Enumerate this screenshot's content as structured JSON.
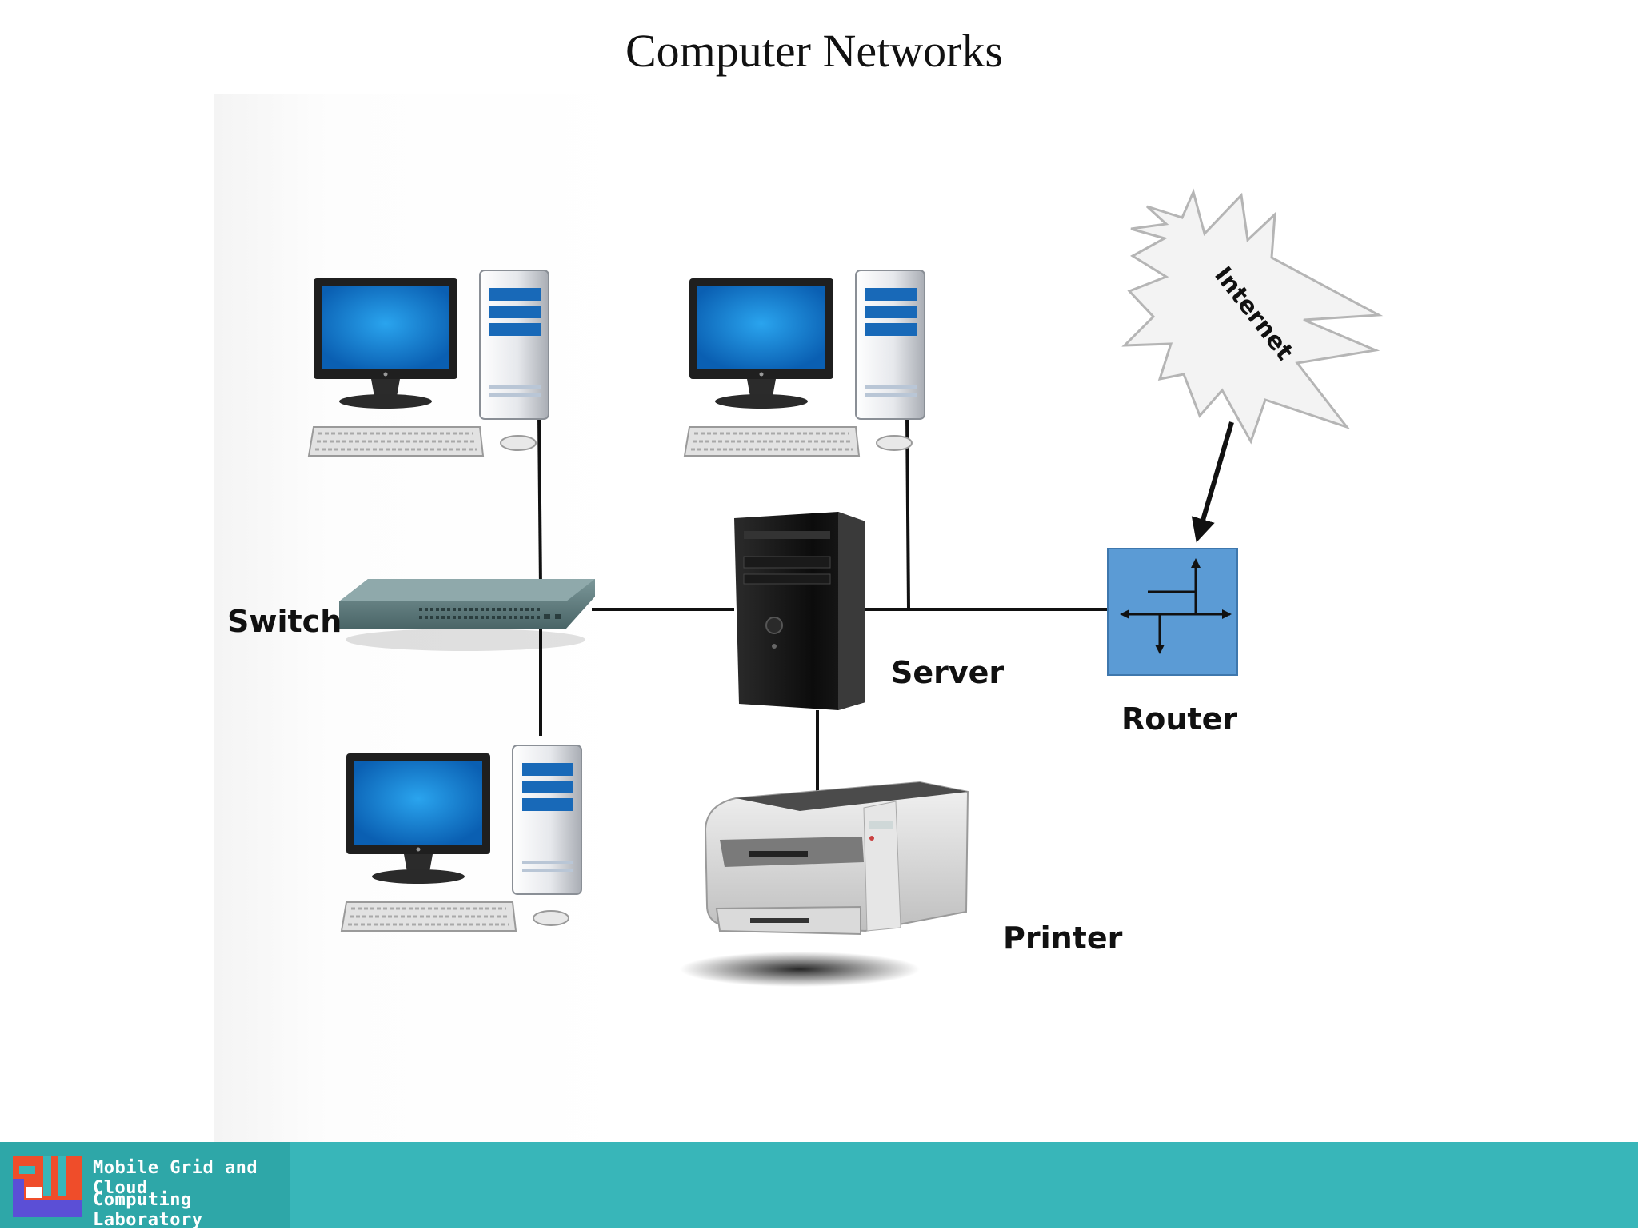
{
  "slide": {
    "title": "Computer Networks"
  },
  "diagram": {
    "labels": {
      "switch": "Switch",
      "server": "Server",
      "router": "Router",
      "printer": "Printer",
      "internet": "Internet"
    }
  },
  "footer": {
    "lab_name_line1": "Mobile Grid and Cloud",
    "lab_name_line2": "Computing Laboratory"
  },
  "colors": {
    "footer_bar": "#38b6b9",
    "router_fill": "#5b9bd5",
    "monitor_screen": "#1177cc",
    "switch_body": "#5e7d7f"
  },
  "icons": [
    "desktop-computer-icon",
    "network-switch-icon",
    "server-tower-icon",
    "router-icon",
    "laser-printer-icon",
    "internet-burst-icon",
    "lab-logo-icon"
  ]
}
